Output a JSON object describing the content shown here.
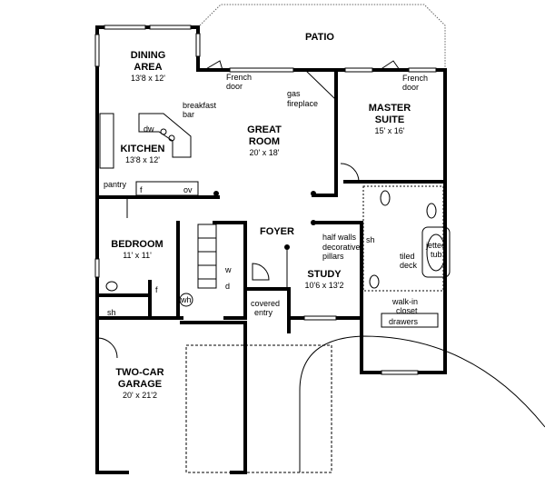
{
  "rooms": {
    "patio": {
      "name": "PATIO"
    },
    "dining": {
      "name1": "DINING",
      "name2": "AREA",
      "size": "13'8 x 12'"
    },
    "kitchen": {
      "name": "KITCHEN",
      "size": "13'8 x 12'"
    },
    "great_room": {
      "name1": "GREAT",
      "name2": "ROOM",
      "size": "20' x 18'"
    },
    "master": {
      "name1": "MASTER",
      "name2": "SUITE",
      "size": "15' x 16'"
    },
    "bedroom": {
      "name": "BEDROOM",
      "size": "11' x 11'"
    },
    "foyer": {
      "name": "FOYER"
    },
    "study": {
      "name": "STUDY",
      "size": "10'6 x 13'2"
    },
    "garage": {
      "name1": "TWO-CAR",
      "name2": "GARAGE",
      "size": "20' x 21'2"
    }
  },
  "notes": {
    "french_door_1a": "French",
    "french_door_1b": "door",
    "french_door_2a": "French",
    "french_door_2b": "door",
    "gas_a": "gas",
    "gas_b": "fireplace",
    "breakfast_a": "breakfast",
    "breakfast_b": "bar",
    "dw": "dw",
    "pantry": "pantry",
    "f1": "f",
    "ov": "ov",
    "half_walls": "half walls",
    "pillars_a": "decorative",
    "pillars_b": "pillars",
    "covered_a": "covered",
    "covered_b": "entry",
    "sh1": "sh",
    "sh2": "sh",
    "f2": "f",
    "wh": "wh",
    "w": "w",
    "d": "d",
    "tub_a": "jetted",
    "tub_b": "tub",
    "deck_a": "tiled",
    "deck_b": "deck",
    "closet_a": "walk-in",
    "closet_b": "closet",
    "drawers": "drawers"
  }
}
